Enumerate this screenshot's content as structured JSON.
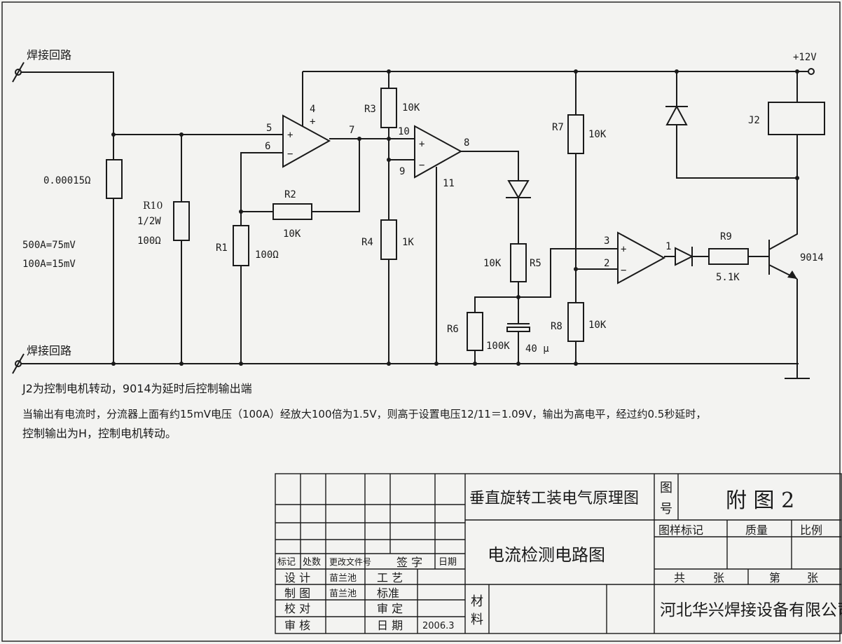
{
  "labels": {
    "weld_top": "焊接回路",
    "weld_bottom": "焊接回路",
    "vcc": "+12V",
    "shunt_val": "0.00015Ω",
    "r10_name": "R10",
    "r10_power": "1/2W",
    "r10_val": "100Ω",
    "cal1": "500A=75mV",
    "cal2": "100A=15mV",
    "r1_name": "R1",
    "r1_val": "100Ω",
    "r2_name": "R2",
    "r2_val": "10K",
    "r3_name": "R3",
    "r3_val": "10K",
    "r4_name": "R4",
    "r4_val": "1K",
    "r5_name": "R5",
    "r5_val": "10K",
    "r6_name": "R6",
    "r6_val": "100K",
    "c_val": "40 μ",
    "r7_name": "R7",
    "r7_val": "10K",
    "r8_name": "R8",
    "r8_val": "10K",
    "r9_name": "R9",
    "r9_val": "5.1K",
    "relay": "J2",
    "transistor": "9014",
    "pin4": "4",
    "pin5": "5",
    "pin6": "6",
    "pin7": "7",
    "pin8": "8",
    "pin9": "9",
    "pin10": "10",
    "pin11": "11",
    "pin1": "1",
    "pin2": "2",
    "pin3": "3",
    "plus": "+",
    "minus": "−"
  },
  "notes": {
    "line1": "J2为控制电机转动，9014为延时后控制输出端",
    "line2": "当输出有电流时，分流器上面有约15mV电压（100A）经放大100倍为1.5V，则高于设置电压12/11＝1.09V，输出为高电平，经过约0.5秒延时，",
    "line3": "控制输出为H，控制电机转动。"
  },
  "title_block": {
    "project": "垂直旋转工装电气原理图",
    "drawing": "电流检测电路图",
    "fig_label_1": "图",
    "fig_label_2": "号",
    "fig_no": "附 图 2",
    "sample_mark": "图样标记",
    "weight": "质量",
    "scale": "比例",
    "total": "共",
    "sheet": "张",
    "nth": "第",
    "sheet2": "张",
    "company": "河北华兴焊接设备有限公司",
    "material_1": "材",
    "material_2": "料",
    "rev_headers": [
      "标记",
      "处数",
      "更改文件号",
      "签 字",
      "日期"
    ],
    "design": "设 计",
    "design_by": "苗兰池",
    "process": "工 艺",
    "draw": "制 图",
    "draw_by": "苗兰池",
    "standard": "标准",
    "check": "校 对",
    "approve": "审 定",
    "review": "审 核",
    "date_label": "日 期",
    "date": "2006.3"
  }
}
